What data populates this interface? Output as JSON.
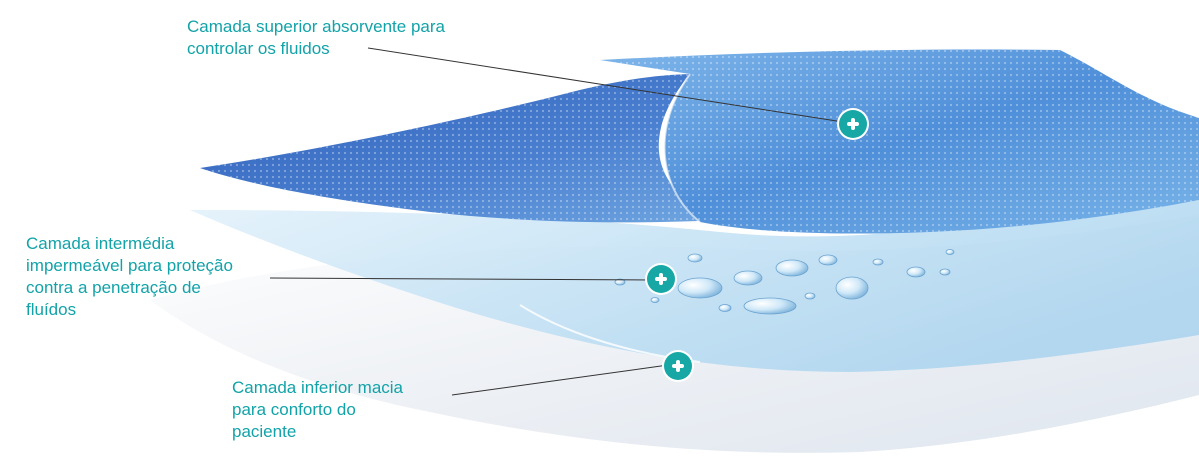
{
  "callouts": {
    "top": {
      "lines": [
        "Camada superior absorvente para",
        "controlar os fluidos"
      ]
    },
    "middle": {
      "lines": [
        "Camada intermédia",
        "impermeável para proteção",
        "contra a penetração de",
        "fluídos"
      ]
    },
    "bottom": {
      "lines": [
        "Camada inferior macia",
        "para conforto do",
        "paciente"
      ]
    }
  },
  "colors": {
    "accent_text": "#12a3a8",
    "marker": "#17a8a6",
    "top_layer": "#4a86d4",
    "middle_layer": "#bfe0f4",
    "bottom_layer": "#f2f4f7"
  },
  "icons": [
    "plus-marker-icon"
  ]
}
